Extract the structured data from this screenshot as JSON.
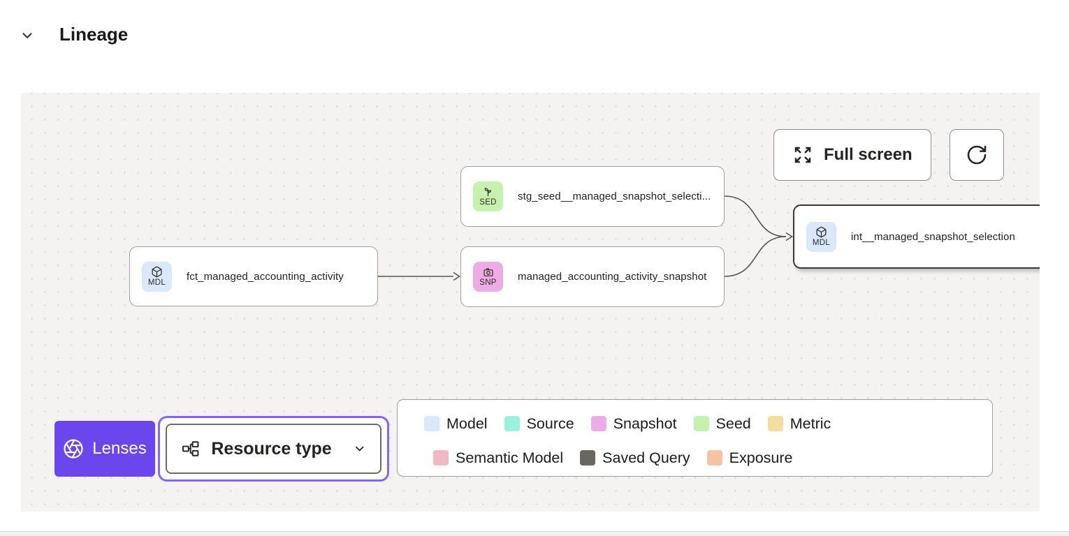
{
  "header": {
    "title": "Lineage",
    "collapse_icon": "chevron-down"
  },
  "canvas": {
    "toolbar": {
      "full_screen_label": "Full screen",
      "full_screen_icon": "expand-arrows-icon",
      "refresh_icon": "refresh-icon"
    },
    "nodes": [
      {
        "badge": "SED",
        "icon": "seedling-icon",
        "badge_color": "#c5f2ae",
        "label": "stg_seed__managed_snapshot_selecti..."
      },
      {
        "badge": "MDL",
        "icon": "cube-icon",
        "badge_color": "#d9e8fb",
        "label": "fct_managed_accounting_activity"
      },
      {
        "badge": "SNP",
        "icon": "camera-icon",
        "badge_color": "#eeace6",
        "label": "managed_accounting_activity_snapshot"
      },
      {
        "badge": "MDL",
        "icon": "cube-icon",
        "badge_color": "#d9e8fb",
        "label": "int__managed_snapshot_selection",
        "selected": true
      }
    ],
    "lenses": {
      "label": "Lenses",
      "icon": "aperture-icon",
      "color": "#6b46ed"
    },
    "resource_type": {
      "label": "Resource type",
      "icon": "hierarchy-icon",
      "chevron": "chevron-down-icon",
      "focus_ring_color": "#8565f2"
    },
    "legend": {
      "items": [
        {
          "label": "Model",
          "color": "#d9e8fb"
        },
        {
          "label": "Source",
          "color": "#9af1de"
        },
        {
          "label": "Snapshot",
          "color": "#eeace6"
        },
        {
          "label": "Seed",
          "color": "#c5f2ae"
        },
        {
          "label": "Metric",
          "color": "#f3dd9f"
        },
        {
          "label": "Semantic Model",
          "color": "#f1b7c3"
        },
        {
          "label": "Saved Query",
          "color": "#6c6660"
        },
        {
          "label": "Exposure",
          "color": "#f5c3a4"
        }
      ]
    },
    "edge_color": "#56524e"
  }
}
